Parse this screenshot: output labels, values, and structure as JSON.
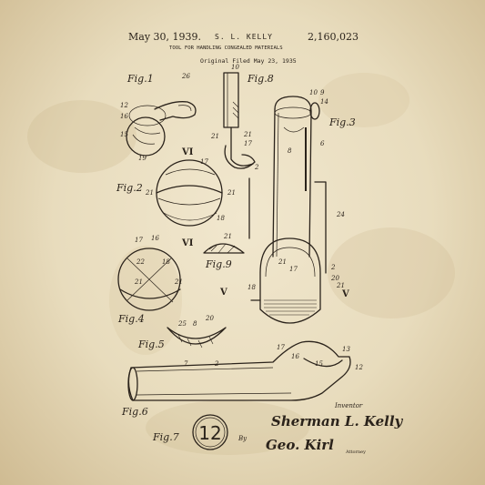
{
  "header": {
    "date": "May 30, 1939.",
    "inventor_name": "S. L. KELLY",
    "patent_number": "2,160,023",
    "title": "TOOL FOR HANDLING CONGEALED MATERIALS",
    "filed": "Original Filed May 23, 1935"
  },
  "figures": {
    "fig1": "Fig.1",
    "fig2": "Fig.2",
    "fig3": "Fig.3",
    "fig4": "Fig.4",
    "fig5": "Fig.5",
    "fig6": "Fig.6",
    "fig7": "Fig.7",
    "fig8": "Fig.8",
    "fig9": "Fig.9"
  },
  "sections": {
    "vi": "VI",
    "v": "V"
  },
  "badge_number": "12",
  "signatures": {
    "inventor_label": "Inventor",
    "inventor_signature": "Sherman L. Kelly",
    "by": "By",
    "attorney_signature": "Geo. Kirl",
    "attorney_label": "Attorney"
  },
  "colors": {
    "paper": "#e8dcbd",
    "ink": "#2b231b"
  }
}
